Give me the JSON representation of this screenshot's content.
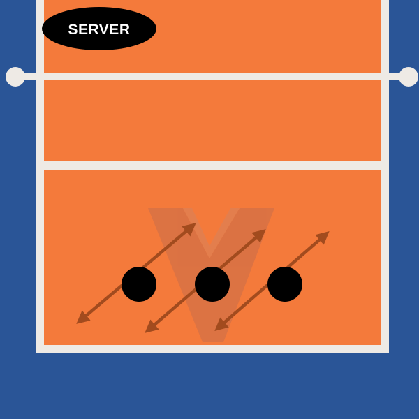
{
  "diagram": {
    "server_badge": {
      "label": "SERVER"
    },
    "colors": {
      "surround": "#2A5597",
      "court": "#F47A3B",
      "lines": "#EEEAE5",
      "player": "#000000",
      "arrow": "#A24B1E",
      "logo": "#C86D4A",
      "badge_text": "#FFFFFF"
    },
    "players": [
      {
        "id": "player-left"
      },
      {
        "id": "player-middle"
      },
      {
        "id": "player-right"
      }
    ],
    "movement_arrows": [
      {
        "player": "player-left",
        "direction": "diagonal",
        "double_headed": true
      },
      {
        "player": "player-middle",
        "direction": "diagonal",
        "double_headed": true
      },
      {
        "player": "player-right",
        "direction": "diagonal",
        "double_headed": true
      }
    ],
    "watermark_icon": "m-logo-icon"
  }
}
